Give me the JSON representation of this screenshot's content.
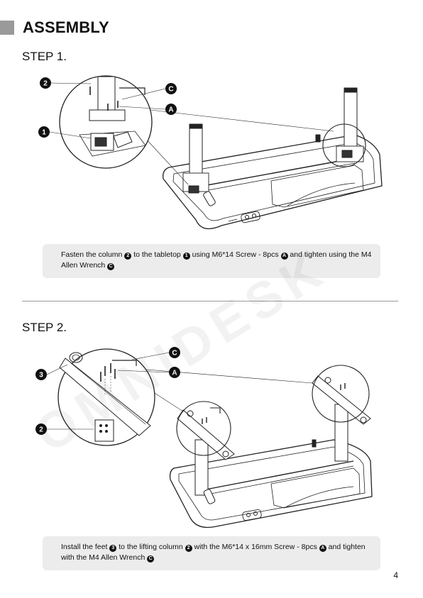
{
  "section": {
    "title": "ASSEMBLY"
  },
  "step1": {
    "title": "STEP 1.",
    "callouts": {
      "two": "2",
      "c": "C",
      "a": "A",
      "one": "1"
    },
    "caption": {
      "t1": "Fasten the column ",
      "b1": "2",
      "t2": " to the tabletop ",
      "b2": "1",
      "t3": " using M6*14 Screw - 8pcs ",
      "b3": "A",
      "t4": " and tighten using the M4 Allen Wrench ",
      "b4": "C"
    }
  },
  "step2": {
    "title": "STEP 2.",
    "callouts": {
      "c": "C",
      "a": "A",
      "three": "3",
      "two": "2"
    },
    "caption": {
      "t1": "Install the feet ",
      "b1": "3",
      "t2": " to the lifting column ",
      "b2": "2",
      "t3": " with the M6*14 x 16mm Screw - 8pcs ",
      "b3": "A",
      "t4": " and tighten with the M4 Allen Wrench ",
      "b4": "C"
    }
  },
  "page": {
    "number": "4"
  },
  "watermark": {
    "text": "OMNIDESK"
  }
}
